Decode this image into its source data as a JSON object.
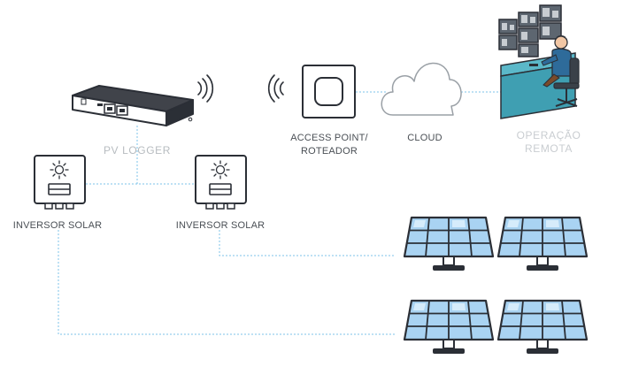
{
  "labels": {
    "pv_logger": "PV LOGGER",
    "access_point_line1": "ACCESS POINT/",
    "access_point_line2": "ROTEADOR",
    "cloud": "CLOUD",
    "remote_line1": "OPERAÇÃO",
    "remote_line2": "REMOTA",
    "inverter_left": "INVERSOR SOLAR",
    "inverter_right": "INVERSOR SOLAR"
  },
  "colors": {
    "link_line": "#7cc3e8",
    "outline": "#2b2f36",
    "panel_cell": "#a9d3f2",
    "panel_cell_light": "#d6ecfb",
    "label_dark": "#4a4f55",
    "label_muted": "#b7bcc0",
    "desk_teal": "#5bb8c9",
    "router_bg": "#ffffff"
  },
  "icons": [
    "pv-logger-icon",
    "wifi-signal-icon",
    "access-point-icon",
    "cloud-icon",
    "remote-operator-icon",
    "solar-inverter-icon",
    "sun-icon",
    "solar-panel-icon"
  ]
}
